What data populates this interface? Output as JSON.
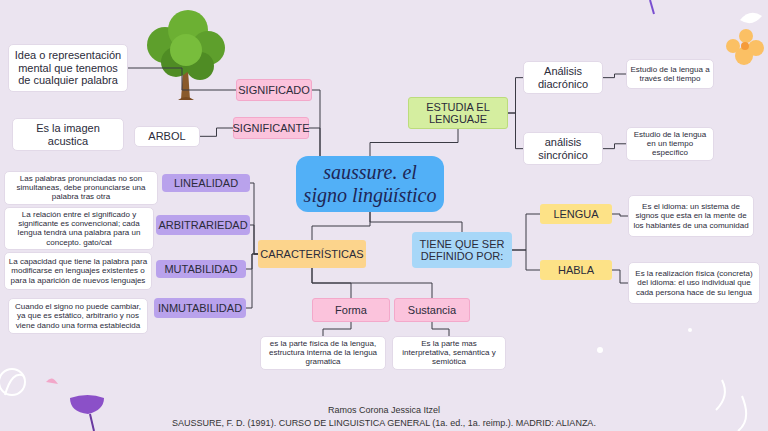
{
  "diagram": {
    "nodes": [
      {
        "text": [
          "saussure. el signo lingüístico"
        ]
      },
      {
        "text": [
          "SIGNIFICADO"
        ]
      },
      {
        "text": [
          "Idea o representación mental que tenemos de cualquier palabra"
        ]
      },
      {
        "text": [
          "SIGNIFICANTE"
        ]
      },
      {
        "text": [
          "Es la imagen acustica"
        ]
      },
      {
        "text": [
          "ARBOL"
        ]
      },
      {
        "text": [
          "ESTUDIA EL LENGUAJE"
        ]
      },
      {
        "text": [
          "Análisis diacrónico"
        ]
      },
      {
        "text": [
          "Estudio de la lengua a través del tiempo"
        ]
      },
      {
        "text": [
          "análisis sincrónico"
        ]
      },
      {
        "text": [
          "Estudio de la lengua en un tiempo específico"
        ]
      },
      {
        "text": [
          "LINEALIDAD"
        ]
      },
      {
        "text": [
          "Las palabras pronunciadas no son simultaneas, debe pronunciarse una palabra tras otra"
        ]
      },
      {
        "text": [
          "ARBITRARIEDAD"
        ]
      },
      {
        "text": [
          "La relación entre el significado y significante es convencional; cada lengua tendrá una palabra para un concepto. gato/cat"
        ]
      },
      {
        "text": [
          "MUTABILIDAD"
        ]
      },
      {
        "text": [
          "La capacidad que tiene la palabra para modificarse en lenguajes existentes o para la aparición de nuevos lenguajes"
        ]
      },
      {
        "text": [
          "INMUTABILIDAD"
        ]
      },
      {
        "text": [
          "Cuando el signo no puede cambiar, ya que es estático, arbitrario y nos viene dando una forma establecida"
        ]
      },
      {
        "text": [
          "CARACTERÍSTICAS"
        ]
      },
      {
        "text": [
          "TIENE QUE SER DEFINIDO POR:"
        ]
      },
      {
        "text": [
          "LENGUA"
        ]
      },
      {
        "text": [
          "Es el idioma: un sistema de signos que esta en la mente de los hablantés de una comunidad"
        ]
      },
      {
        "text": [
          "HABLA"
        ]
      },
      {
        "text": [
          "Es la realización física (concreta) del idioma: el uso individual que cada persona hace de su lengua"
        ]
      },
      {
        "text": [
          "Forma"
        ]
      },
      {
        "text": [
          "Sustancia"
        ]
      },
      {
        "text": [
          "es la parte física de la lengua, estructura interna de la lengua gramatica"
        ]
      },
      {
        "text": [
          "Es la parte mas interpretativa, semántica y semiótica"
        ]
      }
    ],
    "edges": [
      {
        "from": 0,
        "to": 1,
        "arrow": "none"
      },
      {
        "from": 0,
        "to": 3,
        "arrow": "none"
      },
      {
        "from": 0,
        "to": 6,
        "arrow": "none"
      },
      {
        "from": 0,
        "to": 19,
        "arrow": "none"
      },
      {
        "from": 0,
        "to": 20,
        "arrow": "none"
      },
      {
        "from": 1,
        "to": 2,
        "arrow": "none"
      },
      {
        "from": 3,
        "to": 5,
        "arrow": "none"
      },
      {
        "from": 6,
        "to": 7,
        "arrow": "none"
      },
      {
        "from": 6,
        "to": 9,
        "arrow": "none"
      },
      {
        "from": 7,
        "to": 8,
        "arrow": "none"
      },
      {
        "from": 9,
        "to": 10,
        "arrow": "none"
      },
      {
        "from": 19,
        "to": 11,
        "arrow": "none"
      },
      {
        "from": 19,
        "to": 13,
        "arrow": "none"
      },
      {
        "from": 19,
        "to": 15,
        "arrow": "none"
      },
      {
        "from": 19,
        "to": 17,
        "arrow": "none"
      },
      {
        "from": 19,
        "to": 25,
        "arrow": "none"
      },
      {
        "from": 19,
        "to": 26,
        "arrow": "none"
      },
      {
        "from": 25,
        "to": 27,
        "arrow": "none"
      },
      {
        "from": 26,
        "to": 28,
        "arrow": "none"
      },
      {
        "from": 20,
        "to": 21,
        "arrow": "none"
      },
      {
        "from": 20,
        "to": 23,
        "arrow": "none"
      },
      {
        "from": 21,
        "to": 22,
        "arrow": "none"
      },
      {
        "from": 23,
        "to": 24,
        "arrow": "none"
      }
    ],
    "labels": [
      "Ramos Corona Jessica Itzel",
      "SAUSSURE, F. D. (1991). CURSO DE LINGUISTICA GENERAL (1a. ed., 1a. reimp.). MADRID: ALIANZA."
    ]
  }
}
